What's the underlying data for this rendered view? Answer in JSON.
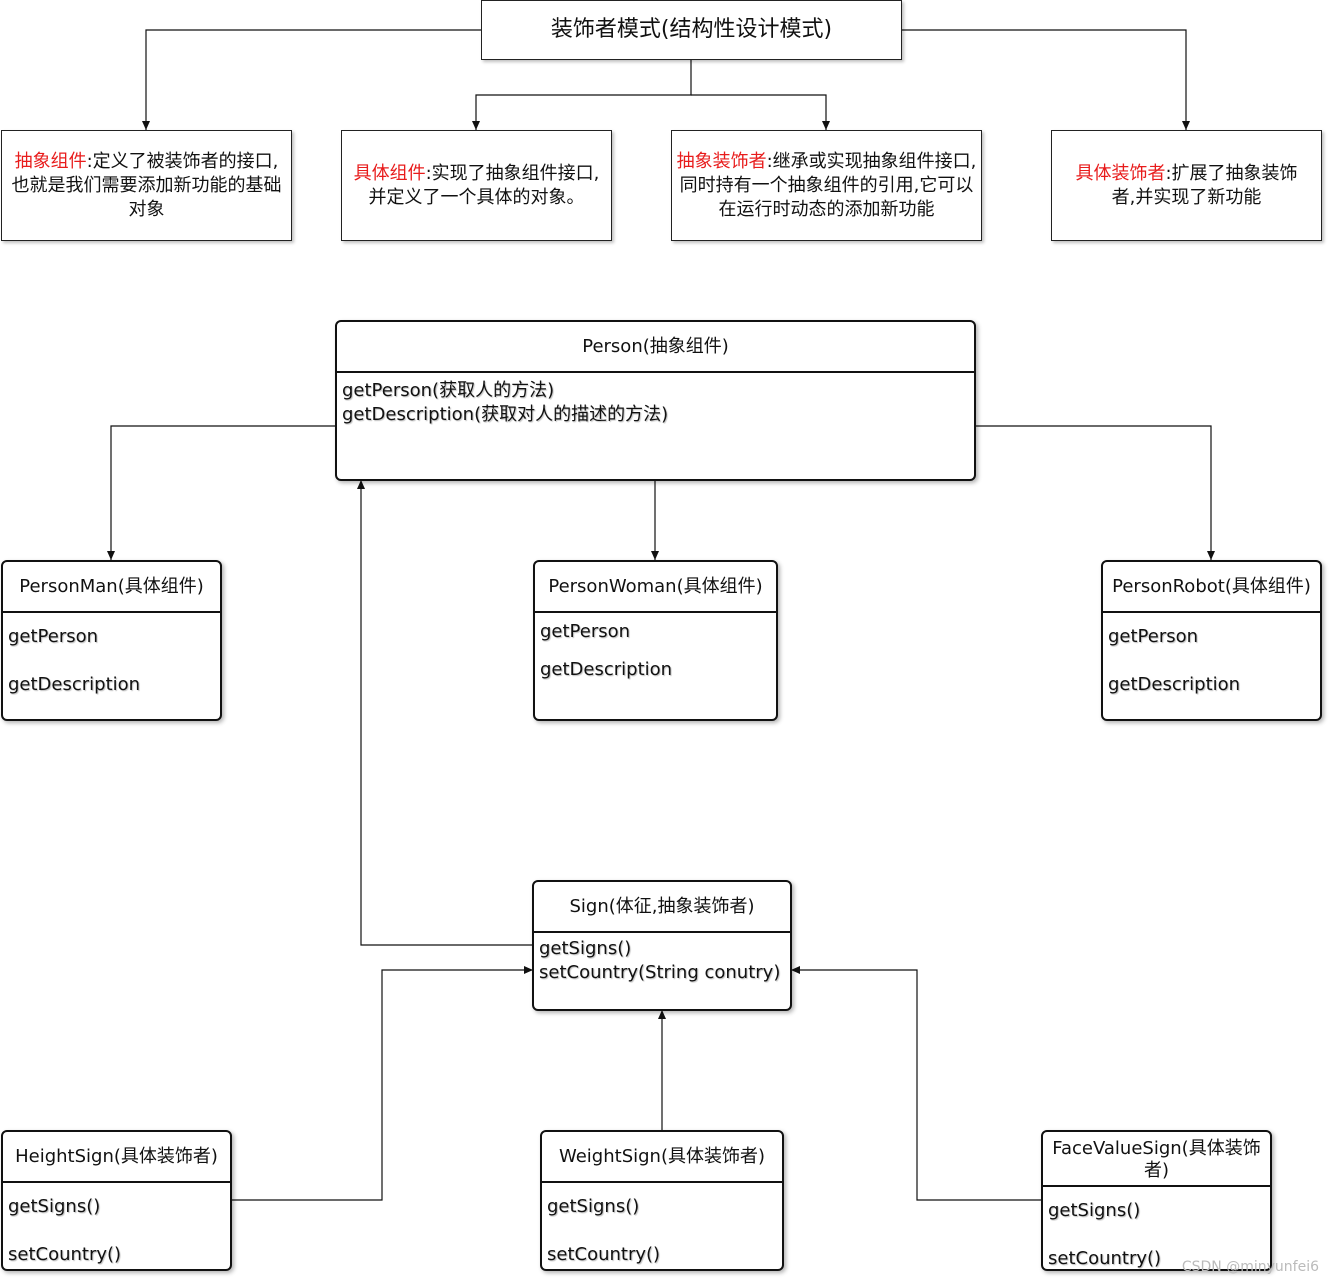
{
  "title": "装饰者模式(结构性设计模式)",
  "roles": [
    {
      "term": "抽象组件",
      "desc": ":定义了被装饰者的接口,也就是我们需要添加新功能的基础对象"
    },
    {
      "term": "具体组件",
      "desc": ":实现了抽象组件接口,并定义了一个具体的对象。"
    },
    {
      "term": "抽象装饰者",
      "desc": ":继承或实现抽象组件接口,同时持有一个抽象组件的引用,它可以在运行时动态的添加新功能"
    },
    {
      "term": "具体装饰者",
      "desc": ":扩展了抽象装饰者,并实现了新功能"
    }
  ],
  "person": {
    "name": "Person(抽象组件)",
    "methods": [
      "getPerson(获取人的方法)",
      "getDescription(获取对人的描述的方法)"
    ]
  },
  "components": [
    {
      "name": "PersonMan(具体组件)",
      "methods": [
        "getPerson",
        "getDescription"
      ]
    },
    {
      "name": "PersonWoman(具体组件)",
      "methods": [
        "getPerson",
        "getDescription"
      ]
    },
    {
      "name": "PersonRobot(具体组件)",
      "methods": [
        "getPerson",
        "getDescription"
      ]
    }
  ],
  "sign": {
    "name": "Sign(体征,抽象装饰者)",
    "methods": [
      "getSigns()",
      "setCountry(String conutry)"
    ]
  },
  "decorators": [
    {
      "name": "HeightSign(具体装饰者)",
      "methods": [
        "getSigns()",
        "setCountry()"
      ]
    },
    {
      "name": "WeightSign(具体装饰者)",
      "methods": [
        "getSigns()",
        "setCountry()"
      ]
    },
    {
      "name": "FaceValueSign(具体装饰者)",
      "methods": [
        "getSigns()",
        "setCountry()"
      ]
    }
  ],
  "watermark": "CSDN @minyunfei6",
  "colors": {
    "term": "#e81c1c",
    "line": "#111111"
  }
}
